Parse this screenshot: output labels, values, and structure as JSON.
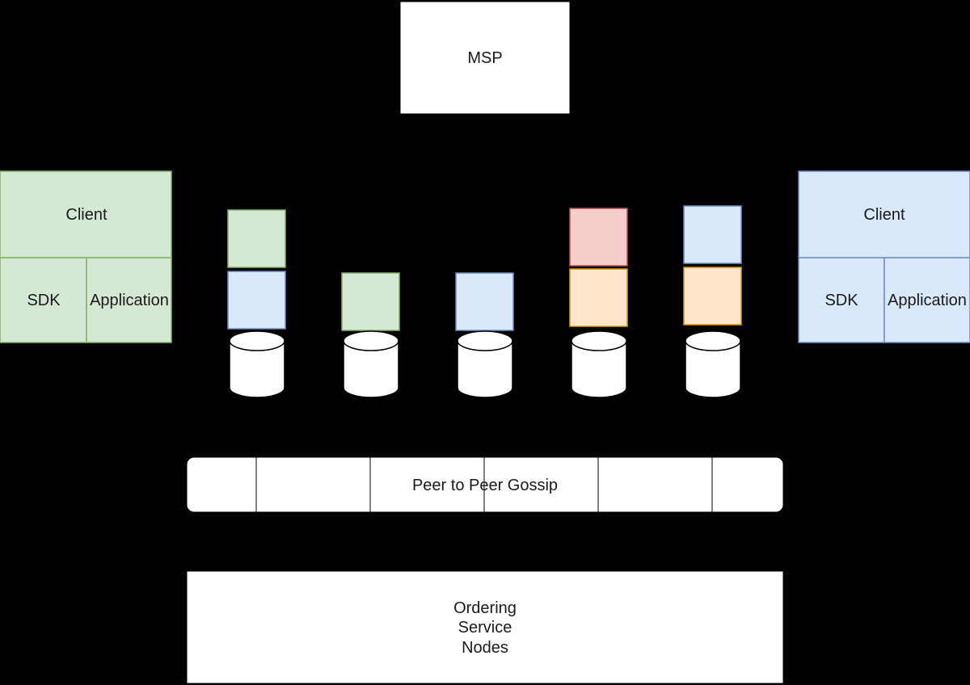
{
  "msp": {
    "label": "MSP"
  },
  "client_left": {
    "title": "Client",
    "sdk": "SDK",
    "application": "Application",
    "fill": "#d5e8d4",
    "stroke": "#82b366"
  },
  "client_right": {
    "title": "Client",
    "sdk": "SDK",
    "application": "Application",
    "fill": "#dae8fc",
    "stroke": "#6c8ebf"
  },
  "gossip": {
    "label": "Peer to Peer Gossip"
  },
  "ordering": {
    "line1": "Ordering",
    "line2": "Service",
    "line3": "Nodes"
  },
  "colors": {
    "green": "#d5e8d4",
    "green_stroke": "#82b366",
    "blue": "#dae8fc",
    "blue_stroke": "#6c8ebf",
    "red": "#f8cecc",
    "red_stroke": "#b85450",
    "orange": "#ffe6cc",
    "orange_stroke": "#d79b00",
    "background": "#000000",
    "box_fill": "#ffffff"
  },
  "peers": [
    {
      "chaincodes": [
        "green",
        "blue"
      ]
    },
    {
      "chaincodes": [
        "green"
      ]
    },
    {
      "chaincodes": [
        "blue"
      ]
    },
    {
      "chaincodes": [
        "red",
        "orange"
      ]
    },
    {
      "chaincodes": [
        "blue",
        "orange"
      ]
    }
  ]
}
